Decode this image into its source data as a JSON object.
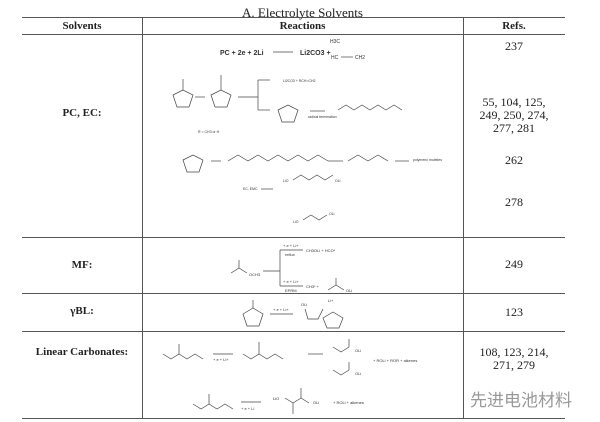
{
  "title": "A. Electrolyte Solvents",
  "headers": {
    "solvents": "Solvents",
    "reactions": "Reactions",
    "refs": "Refs."
  },
  "rows": [
    {
      "solvent": "PC, EC:",
      "refs": [
        "237",
        "55, 104, 125, 249, 250, 274, 277, 281",
        "262",
        "278"
      ],
      "reactions": {
        "r1_left": "PC + 2e + 2Li",
        "r1_right": "Li2CO3 +",
        "r1_h3c": "H3C",
        "r1_hc": "HC",
        "r1_ch2": "CH2",
        "r2_note": "R = CH3 or H",
        "r2_top": "Li2CO3 + RCH=CH2",
        "r2_radical": "radical termination",
        "r3_end": "polymeric moieties",
        "r4_cond": "EC, EMC",
        "r4_li": "LiO",
        "r4_oli": "OLi"
      }
    },
    {
      "solvent": "MF:",
      "refs": [
        "249"
      ],
      "reactions": {
        "top_cond": "+ e + Li+",
        "top_label": "reflux",
        "top_prod": "CH3OLi + HCO*",
        "bot_cond": "+ e + Li+",
        "bot_label": "EPRM",
        "bot_prod": "CH3* +",
        "reactant": "OCH3",
        "oli": "OLi"
      }
    },
    {
      "solvent": "γBL:",
      "refs": [
        "123"
      ],
      "reactions": {
        "cond": "+ e + Li+",
        "oli": "OLi",
        "li": "Li+"
      }
    },
    {
      "solvent": "Linear Carbonates:",
      "refs": [
        "108, 123, 214,",
        "271, 279"
      ],
      "reactions": {
        "cond": "+ e + Li+",
        "prod1": "+ ROLi + ROR + alkenes",
        "cond2": "+ e + Li",
        "prod2": "+ ROLi + alkenes",
        "lio": "LiO",
        "oli": "OLi"
      }
    }
  ],
  "watermark": "先进电池材料"
}
